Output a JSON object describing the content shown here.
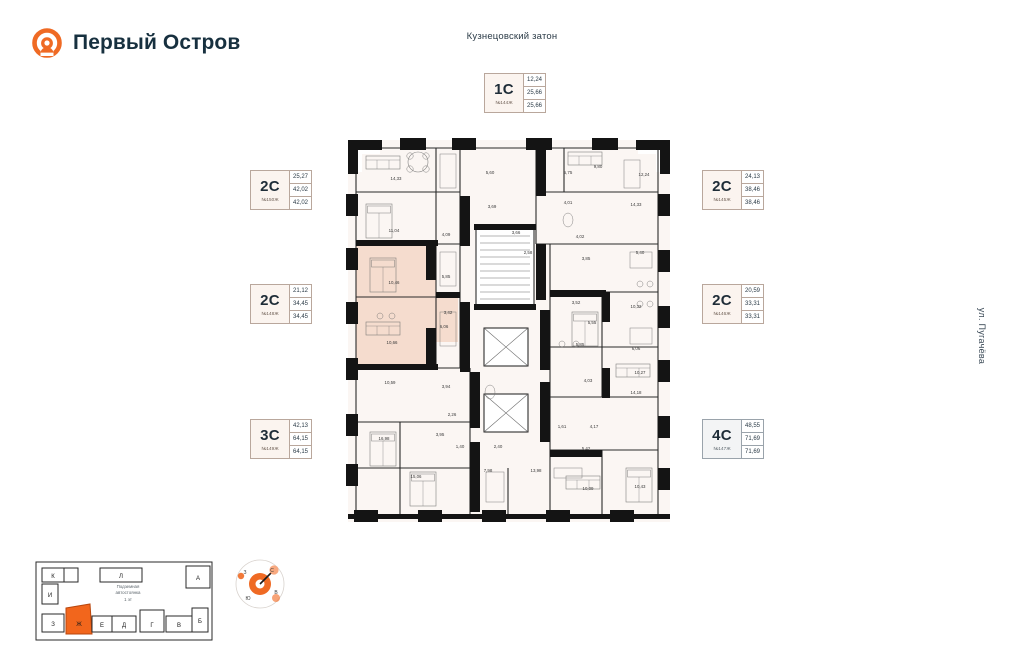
{
  "brand": {
    "name": "Первый Остров",
    "logo_icon": "ring-logo-icon",
    "accent": "#ef6a24"
  },
  "top_caption": "Кузнецовский затон",
  "street_right": "ул. Пугачёва",
  "cards": [
    {
      "id": "card-1c-144",
      "rooms": "1С",
      "number": "№144Ж",
      "values": [
        "12,24",
        "25,66",
        "25,66"
      ],
      "style": "beige"
    },
    {
      "id": "card-2c-150",
      "rooms": "2С",
      "number": "№150Ж",
      "values": [
        "25,27",
        "42,02",
        "42,02"
      ],
      "style": "beige"
    },
    {
      "id": "card-2c-148",
      "rooms": "2С",
      "number": "№148Ж",
      "values": [
        "21,12",
        "34,45",
        "34,45"
      ],
      "style": "beige"
    },
    {
      "id": "card-3c-149",
      "rooms": "3С",
      "number": "№149Ж",
      "values": [
        "42,13",
        "64,15",
        "64,15"
      ],
      "style": "beige"
    },
    {
      "id": "card-2c-145",
      "rooms": "2С",
      "number": "№145Ж",
      "values": [
        "24,13",
        "38,46",
        "38,46"
      ],
      "style": "beige"
    },
    {
      "id": "card-2c-146",
      "rooms": "2С",
      "number": "№146Ж",
      "values": [
        "20,59",
        "33,31",
        "33,31"
      ],
      "style": "beige"
    },
    {
      "id": "card-4c-147",
      "rooms": "4С",
      "number": "№147Ж",
      "values": [
        "48,55",
        "71,69",
        "71,69"
      ],
      "style": "grey"
    }
  ],
  "plan": {
    "highlight_color": "#f5dcce",
    "room_color": "#fbf6f3",
    "wall_color": "#1a1a1a",
    "room_areas": [
      "14,33",
      "5,60",
      "5,75",
      "12,24",
      "9,80",
      "14,33",
      "11,04",
      "4,09",
      "3,69",
      "4,01",
      "3,66",
      "2,58",
      "4,02",
      "3,85",
      "5,40",
      "10,46",
      "5,85",
      "3,42",
      "3,52",
      "10,32",
      "5,55",
      "10,27",
      "5,85",
      "10,66",
      "6,06",
      "4,03",
      "14,18",
      "6,06",
      "10,59",
      "3,94",
      "2,26",
      "1,61",
      "4,17",
      "16,98",
      "3,95",
      "1,40",
      "2,40",
      "5,42",
      "15,06",
      "7,98",
      "13,98",
      "10,09",
      "10,43"
    ]
  },
  "minimap": {
    "caption": "Подземная\nавтостоянка\n1 эт",
    "highlight": "Ж",
    "highlight_color": "#f2661c",
    "sections": [
      "К",
      "И",
      "З",
      "Ж",
      "Е",
      "Д",
      "Г",
      "В",
      "Б",
      "А",
      "Л"
    ]
  },
  "compass": {
    "n": "С",
    "e": "В",
    "s": "Ю",
    "w": "З"
  }
}
